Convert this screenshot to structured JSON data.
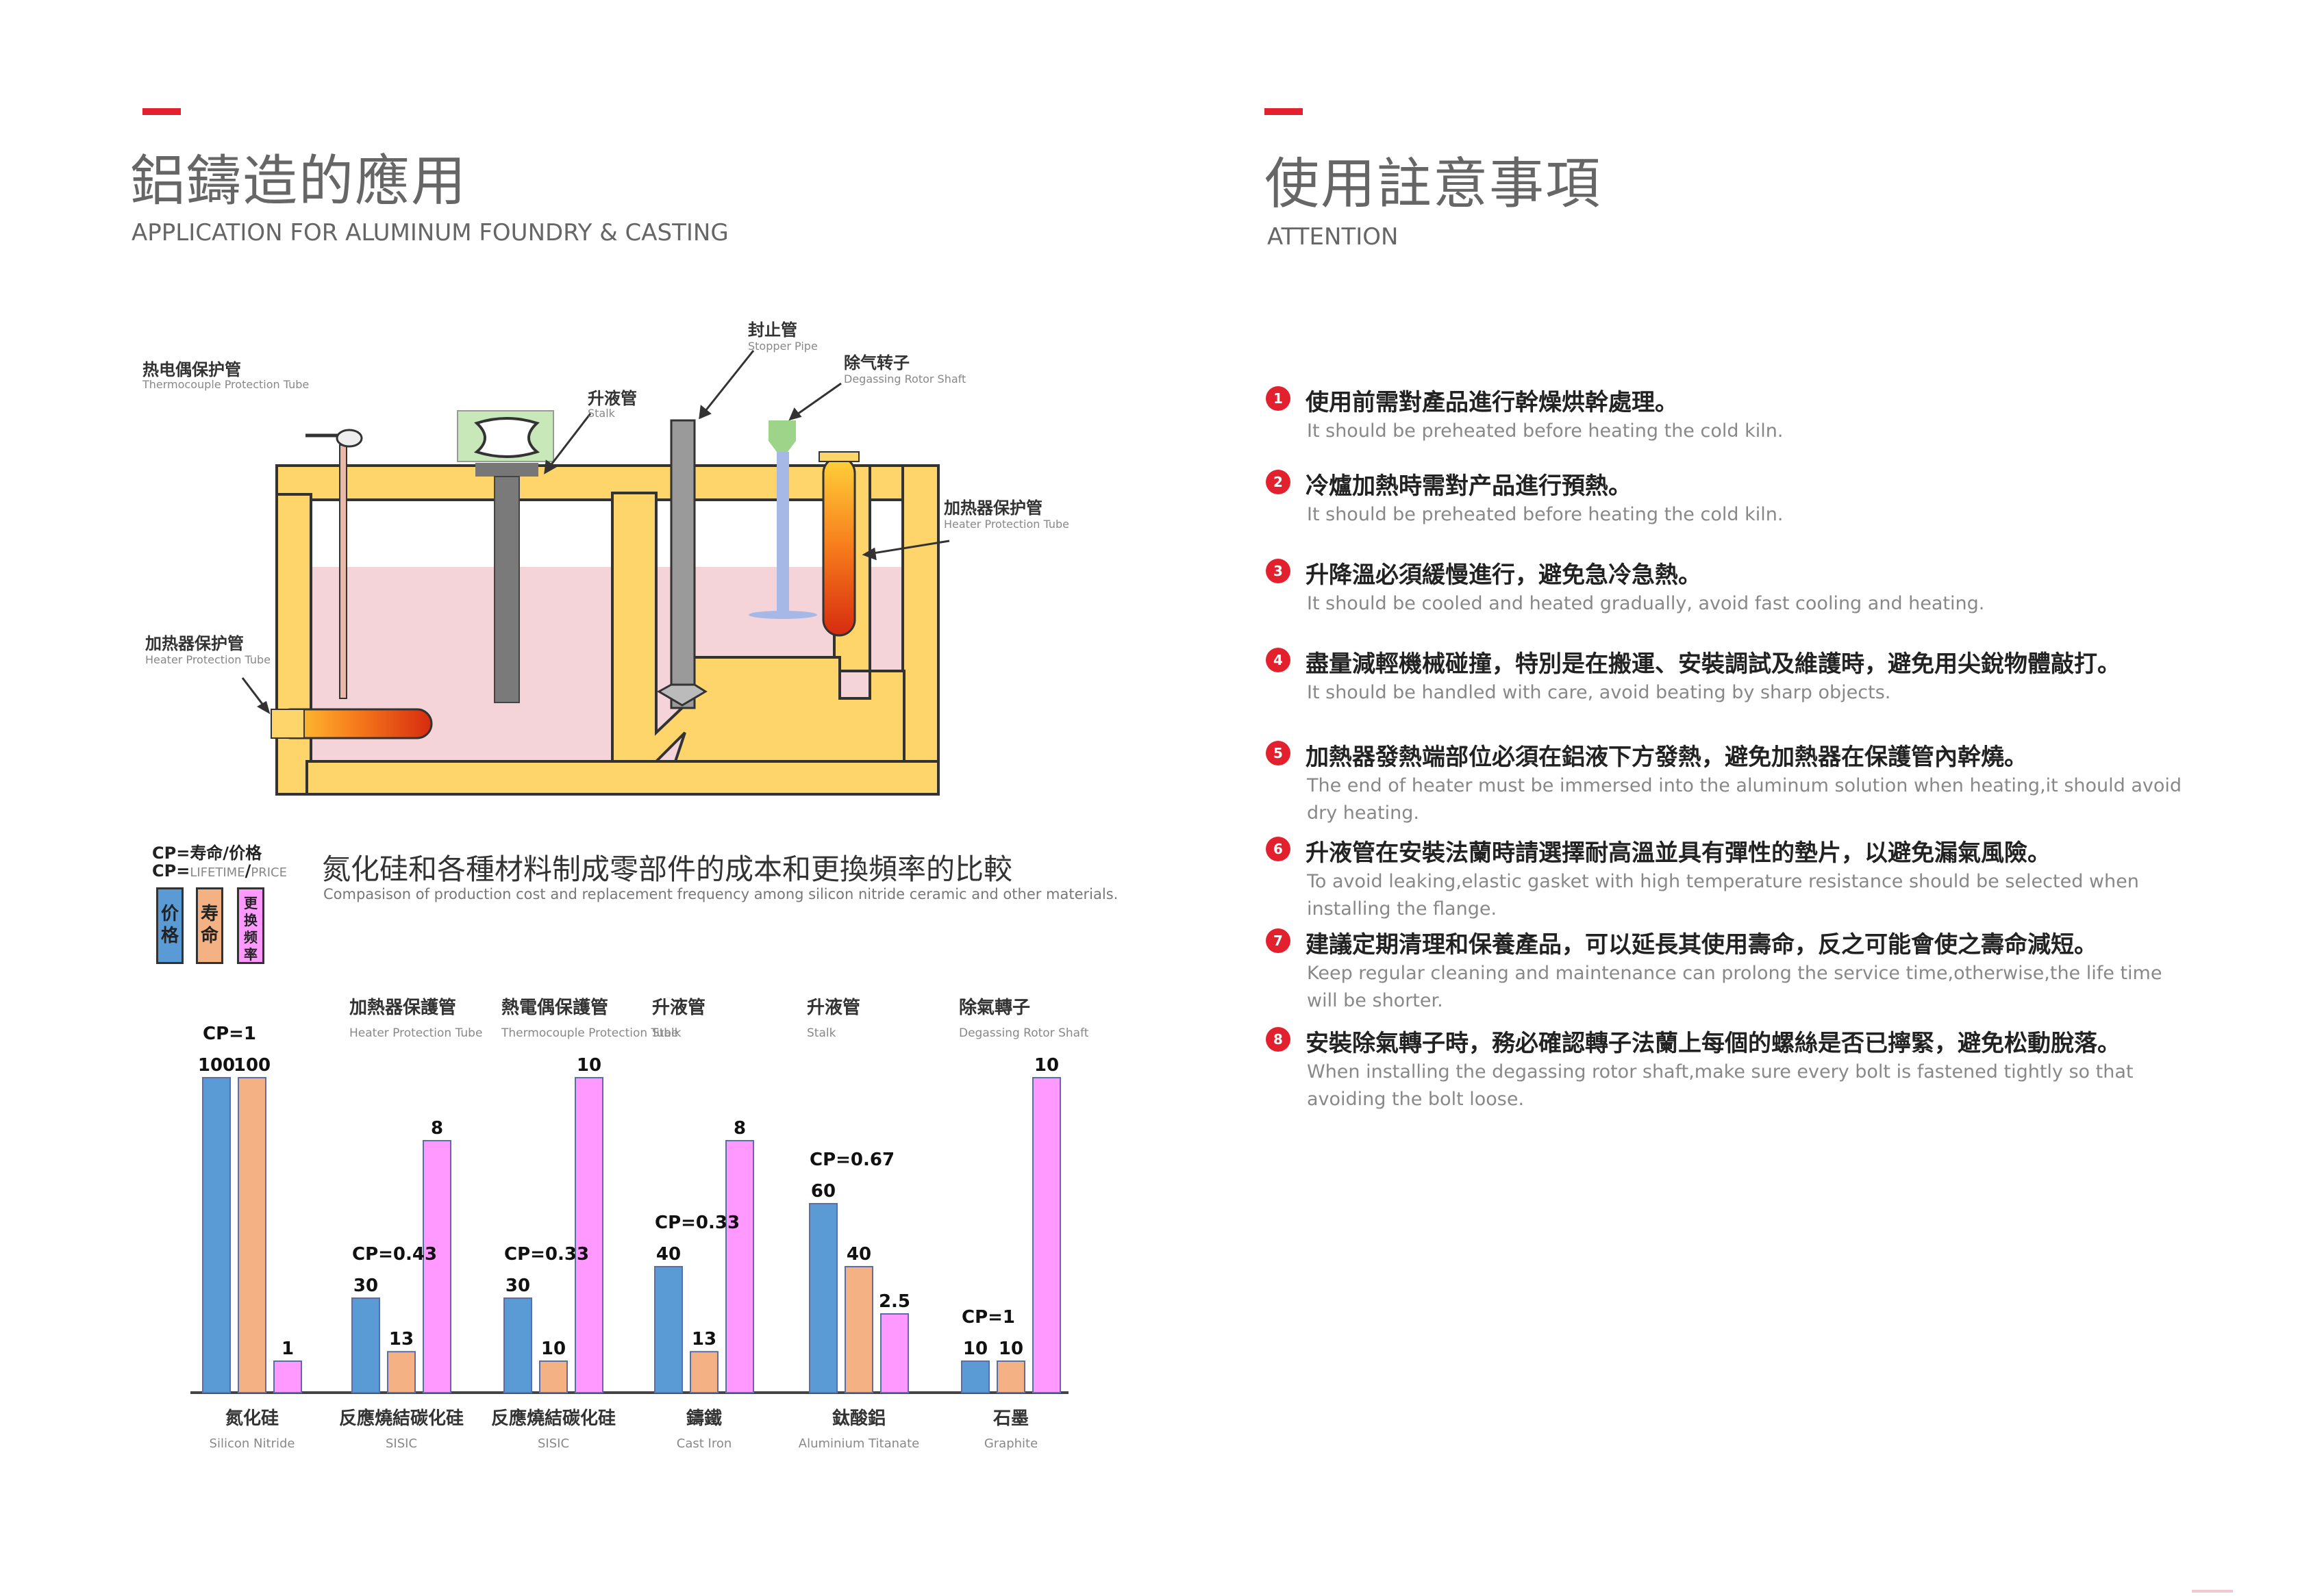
{
  "left": {
    "title_zh": "鋁鑄造的應用",
    "title_en": "APPLICATION FOR ALUMINUM FOUNDRY & CASTING"
  },
  "right": {
    "title_zh": "使用註意事項",
    "title_en": "ATTENTION"
  },
  "diagram": {
    "labels": [
      {
        "zh": "封止管",
        "en": "Stopper Pipe"
      },
      {
        "zh": "除气转子",
        "en": "Degassing Rotor Shaft"
      },
      {
        "zh": "热电偶保护管",
        "en": "Thermocouple Protection Tube"
      },
      {
        "zh": "升液管",
        "en": "Stalk"
      },
      {
        "zh": "加热器保护管",
        "en": "Heater Protection Tube"
      },
      {
        "zh": "加热器保护管",
        "en": "Heater Protection Tube"
      }
    ]
  },
  "comparison": {
    "cp_def_line1": "CP=寿命/价格",
    "cp_def_line2_prefix": "CP=",
    "cp_def_lifetime": "LIFETIME",
    "cp_def_slash": "/",
    "cp_def_price": "PRICE",
    "title_zh": "氮化硅和各種材料制成零部件的成本和更換頻率的比較",
    "title_en": "Compasison of production cost and replacement frequency among silicon nitride ceramic and other materials.",
    "legend": {
      "price": "价格",
      "lifetime": "寿命",
      "replace": "更换频率"
    }
  },
  "chart_data": {
    "type": "bar",
    "categories": [
      "氮化硅 Silicon Nitride",
      "反應燒結碳化硅 SISIC",
      "反應燒結碳化硅 SISIC",
      "鑄鐵 Cast Iron",
      "鈦酸鋁 Aluminium Titanate",
      "石墨 Graphite"
    ],
    "category_zh": [
      "氮化硅",
      "反應燒結碳化硅",
      "反應燒結碳化硅",
      "鑄鐵",
      "鈦酸鋁",
      "石墨"
    ],
    "category_en": [
      "Silicon Nitride",
      "SISIC",
      "SISIC",
      "Cast Iron",
      "Aluminium Titanate",
      "Graphite"
    ],
    "top_labels": [
      {
        "zh": "",
        "en": ""
      },
      {
        "zh": "加熱器保護管",
        "en": "Heater Protection Tube"
      },
      {
        "zh": "熱電偶保護管",
        "en": "Thermocouple Protection Tube"
      },
      {
        "zh": "升液管",
        "en": "Stalk"
      },
      {
        "zh": "升液管",
        "en": "Stalk"
      },
      {
        "zh": "除氣轉子",
        "en": "Degassing Rotor Shaft"
      }
    ],
    "cp_labels": [
      "CP=1",
      "CP=0.43",
      "CP=0.33",
      "CP=0.33",
      "CP=0.67",
      "CP=1"
    ],
    "series": [
      {
        "name": "价格",
        "color": "#5b9bd5",
        "values": [
          100,
          30,
          30,
          40,
          60,
          10
        ]
      },
      {
        "name": "寿命",
        "color": "#f4b183",
        "values": [
          100,
          13,
          10,
          13,
          40,
          10
        ]
      },
      {
        "name": "更换频率",
        "color": "#ff99ff",
        "values": [
          1,
          8,
          10,
          8,
          2.5,
          10
        ]
      }
    ],
    "value_labels": [
      [
        "100",
        "100",
        "1"
      ],
      [
        "30",
        "13",
        "8"
      ],
      [
        "30",
        "10",
        "10"
      ],
      [
        "40",
        "13",
        "8"
      ],
      [
        "60",
        "40",
        "2.5"
      ],
      [
        "10",
        "10",
        "10"
      ]
    ]
  },
  "attention": [
    {
      "num": "1",
      "zh": "使用前需對產品進行幹燥烘幹處理。",
      "en": "It should be preheated before heating the cold kiln."
    },
    {
      "num": "2",
      "zh": "冷爐加熱時需對产品進行預熱。",
      "en": "It should be preheated before heating the cold kiln."
    },
    {
      "num": "3",
      "zh": "升降溫必須緩慢進行，避免急冷急熱。",
      "en": "It should be cooled and heated gradually, avoid fast cooling and heating."
    },
    {
      "num": "4",
      "zh": "盡量減輕機械碰撞，特別是在搬運、安裝調試及維護時，避免用尖銳物體敲打。",
      "en": "It should be handled with care, avoid beating by sharp objects."
    },
    {
      "num": "5",
      "zh": "加熱器發熱端部位必須在鋁液下方發熱，避免加熱器在保護管內幹燒。",
      "en": "The end of heater must be immersed into the aluminum solution when heating,it should avoid dry heating."
    },
    {
      "num": "6",
      "zh": "升液管在安裝法蘭時請選擇耐高溫並具有彈性的墊片，以避免漏氣風險。",
      "en": "To avoid leaking,elastic gasket with high temperature resistance should be selected when installing the flange."
    },
    {
      "num": "7",
      "zh": "建議定期清理和保養產品，可以延長其使用壽命，反之可能會使之壽命減短。",
      "en": "Keep regular cleaning and maintenance can prolong the service time,otherwise,the life time will be shorter."
    },
    {
      "num": "8",
      "zh": "安裝除氣轉子時，務必確認轉子法蘭上每個的螺絲是否已擰緊，避免松動脫落。",
      "en": "When installing the degassing rotor shaft,make sure every bolt is fastened tightly so that avoiding the bolt loose."
    }
  ]
}
